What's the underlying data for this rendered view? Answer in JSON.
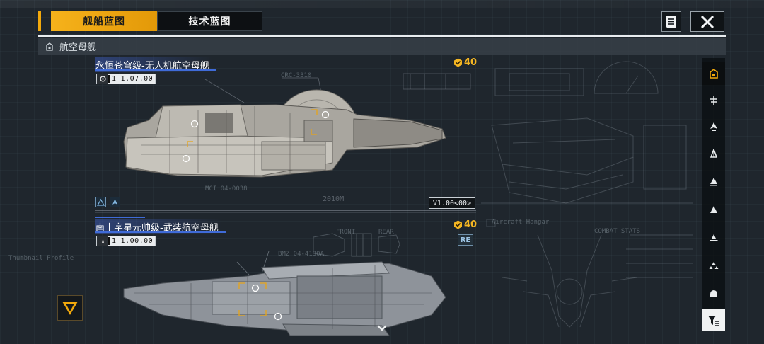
{
  "header": {
    "tabs": [
      {
        "label": "舰船蓝图",
        "active": true
      },
      {
        "label": "技术蓝图",
        "active": false
      }
    ],
    "doc_icon": "document-list-icon",
    "close_icon": "close-icon"
  },
  "category": {
    "icon": "carrier-class-icon",
    "label": "航空母舰"
  },
  "ships": [
    {
      "name": "永恒苍穹级-无人机航空母舰",
      "version": "1.07.00",
      "cost": "40",
      "cost_icon": "blueprint-token-icon",
      "version_label": "V1.00<00>",
      "scale_label": "2010M",
      "ship_code": "CRC-3310",
      "sub_code": "MCI 04-0038"
    },
    {
      "name": "南十字星元帅级-武装航空母舰",
      "version": "1.00.00",
      "cost": "40",
      "cost_icon": "blueprint-token-icon",
      "tag": "RE",
      "sub_code": "BMZ 04-4130A"
    }
  ],
  "sidebar": {
    "items": [
      {
        "icon": "carrier-icon",
        "active": true
      },
      {
        "icon": "battlecruiser-icon",
        "active": false
      },
      {
        "icon": "cruiser-icon",
        "active": false
      },
      {
        "icon": "destroyer-icon",
        "active": false
      },
      {
        "icon": "frigate-icon",
        "active": false
      },
      {
        "icon": "corvette-icon",
        "active": false
      },
      {
        "icon": "aircraft-icon",
        "active": false
      },
      {
        "icon": "fleet-icon",
        "active": false
      },
      {
        "icon": "special-ship-icon",
        "active": false
      }
    ],
    "filter_icon": "filter-icon"
  },
  "background_text": {
    "aircraft_hangar": "Aircraft Hangar",
    "combat_stats": "COMBAT STATS",
    "front": "FRONT",
    "rear": "REAR",
    "thumbnail": "Thumbnail Profile"
  },
  "colors": {
    "accent": "#f2a90c",
    "title_underline": "#3f6bd8",
    "cost": "#f5b622",
    "background": "#1f262d"
  }
}
